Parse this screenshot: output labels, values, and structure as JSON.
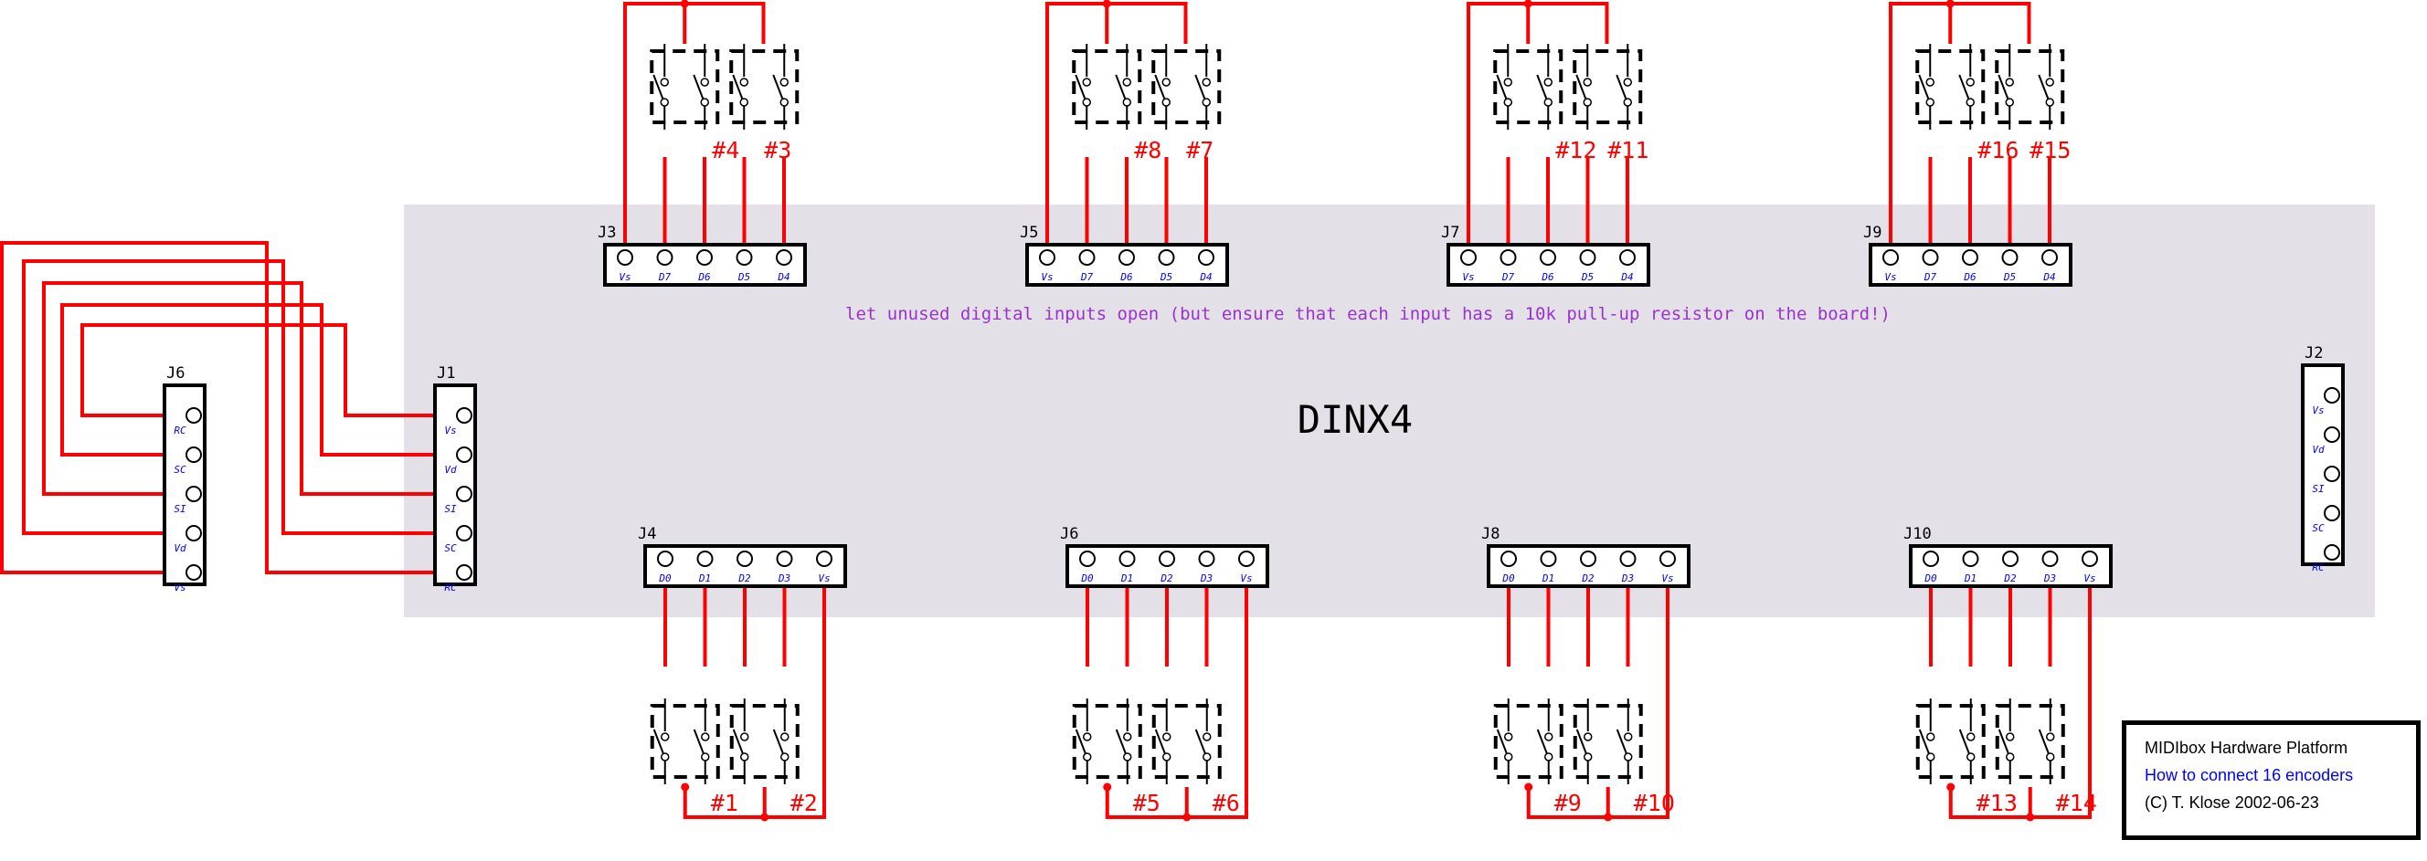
{
  "board": {
    "name": "DINX4",
    "note": "let unused digital inputs open (but ensure that each input has a 10k pull-up resistor on the board!)"
  },
  "colors": {
    "board": "#e4e0e8",
    "wire": "#ff0000",
    "pin_label": "#0000ff",
    "note": "#9933cc",
    "switch_label": "#ff0000"
  },
  "connectors": {
    "J1": {
      "label": "J1",
      "pins": [
        "Vs",
        "Vd",
        "SI",
        "SC",
        "RC"
      ]
    },
    "J2": {
      "label": "J2",
      "pins": [
        "Vs",
        "Vd",
        "SI",
        "SC",
        "RC"
      ]
    },
    "J6_left": {
      "label": "J6",
      "pins": [
        "RC",
        "SC",
        "SI",
        "Vd",
        "Vs"
      ]
    },
    "J3": {
      "label": "J3",
      "pins": [
        "Vs",
        "D7",
        "D6",
        "D5",
        "D4"
      ]
    },
    "J5": {
      "label": "J5",
      "pins": [
        "Vs",
        "D7",
        "D6",
        "D5",
        "D4"
      ]
    },
    "J7": {
      "label": "J7",
      "pins": [
        "Vs",
        "D7",
        "D6",
        "D5",
        "D4"
      ]
    },
    "J9": {
      "label": "J9",
      "pins": [
        "Vs",
        "D7",
        "D6",
        "D5",
        "D4"
      ]
    },
    "J4": {
      "label": "J4",
      "pins": [
        "D0",
        "D1",
        "D2",
        "D3",
        "Vs"
      ]
    },
    "J6": {
      "label": "J6",
      "pins": [
        "D0",
        "D1",
        "D2",
        "D3",
        "Vs"
      ]
    },
    "J8": {
      "label": "J8",
      "pins": [
        "D0",
        "D1",
        "D2",
        "D3",
        "Vs"
      ]
    },
    "J10": {
      "label": "J10",
      "pins": [
        "D0",
        "D1",
        "D2",
        "D3",
        "Vs"
      ]
    }
  },
  "encoders": {
    "top": [
      {
        "connector": "J3",
        "left": "#4",
        "right": "#3"
      },
      {
        "connector": "J5",
        "left": "#8",
        "right": "#7"
      },
      {
        "connector": "J7",
        "left": "#12",
        "right": "#11"
      },
      {
        "connector": "J9",
        "left": "#16",
        "right": "#15"
      }
    ],
    "bottom": [
      {
        "connector": "J4",
        "left": "#1",
        "right": "#2"
      },
      {
        "connector": "J6",
        "left": "#5",
        "right": "#6"
      },
      {
        "connector": "J8",
        "left": "#9",
        "right": "#10"
      },
      {
        "connector": "J10",
        "left": "#13",
        "right": "#14"
      }
    ]
  },
  "credits": {
    "line1": "MIDIbox Hardware Platform",
    "line2": "How to connect 16 encoders",
    "line3": "(C) T. Klose 2002-06-23"
  }
}
